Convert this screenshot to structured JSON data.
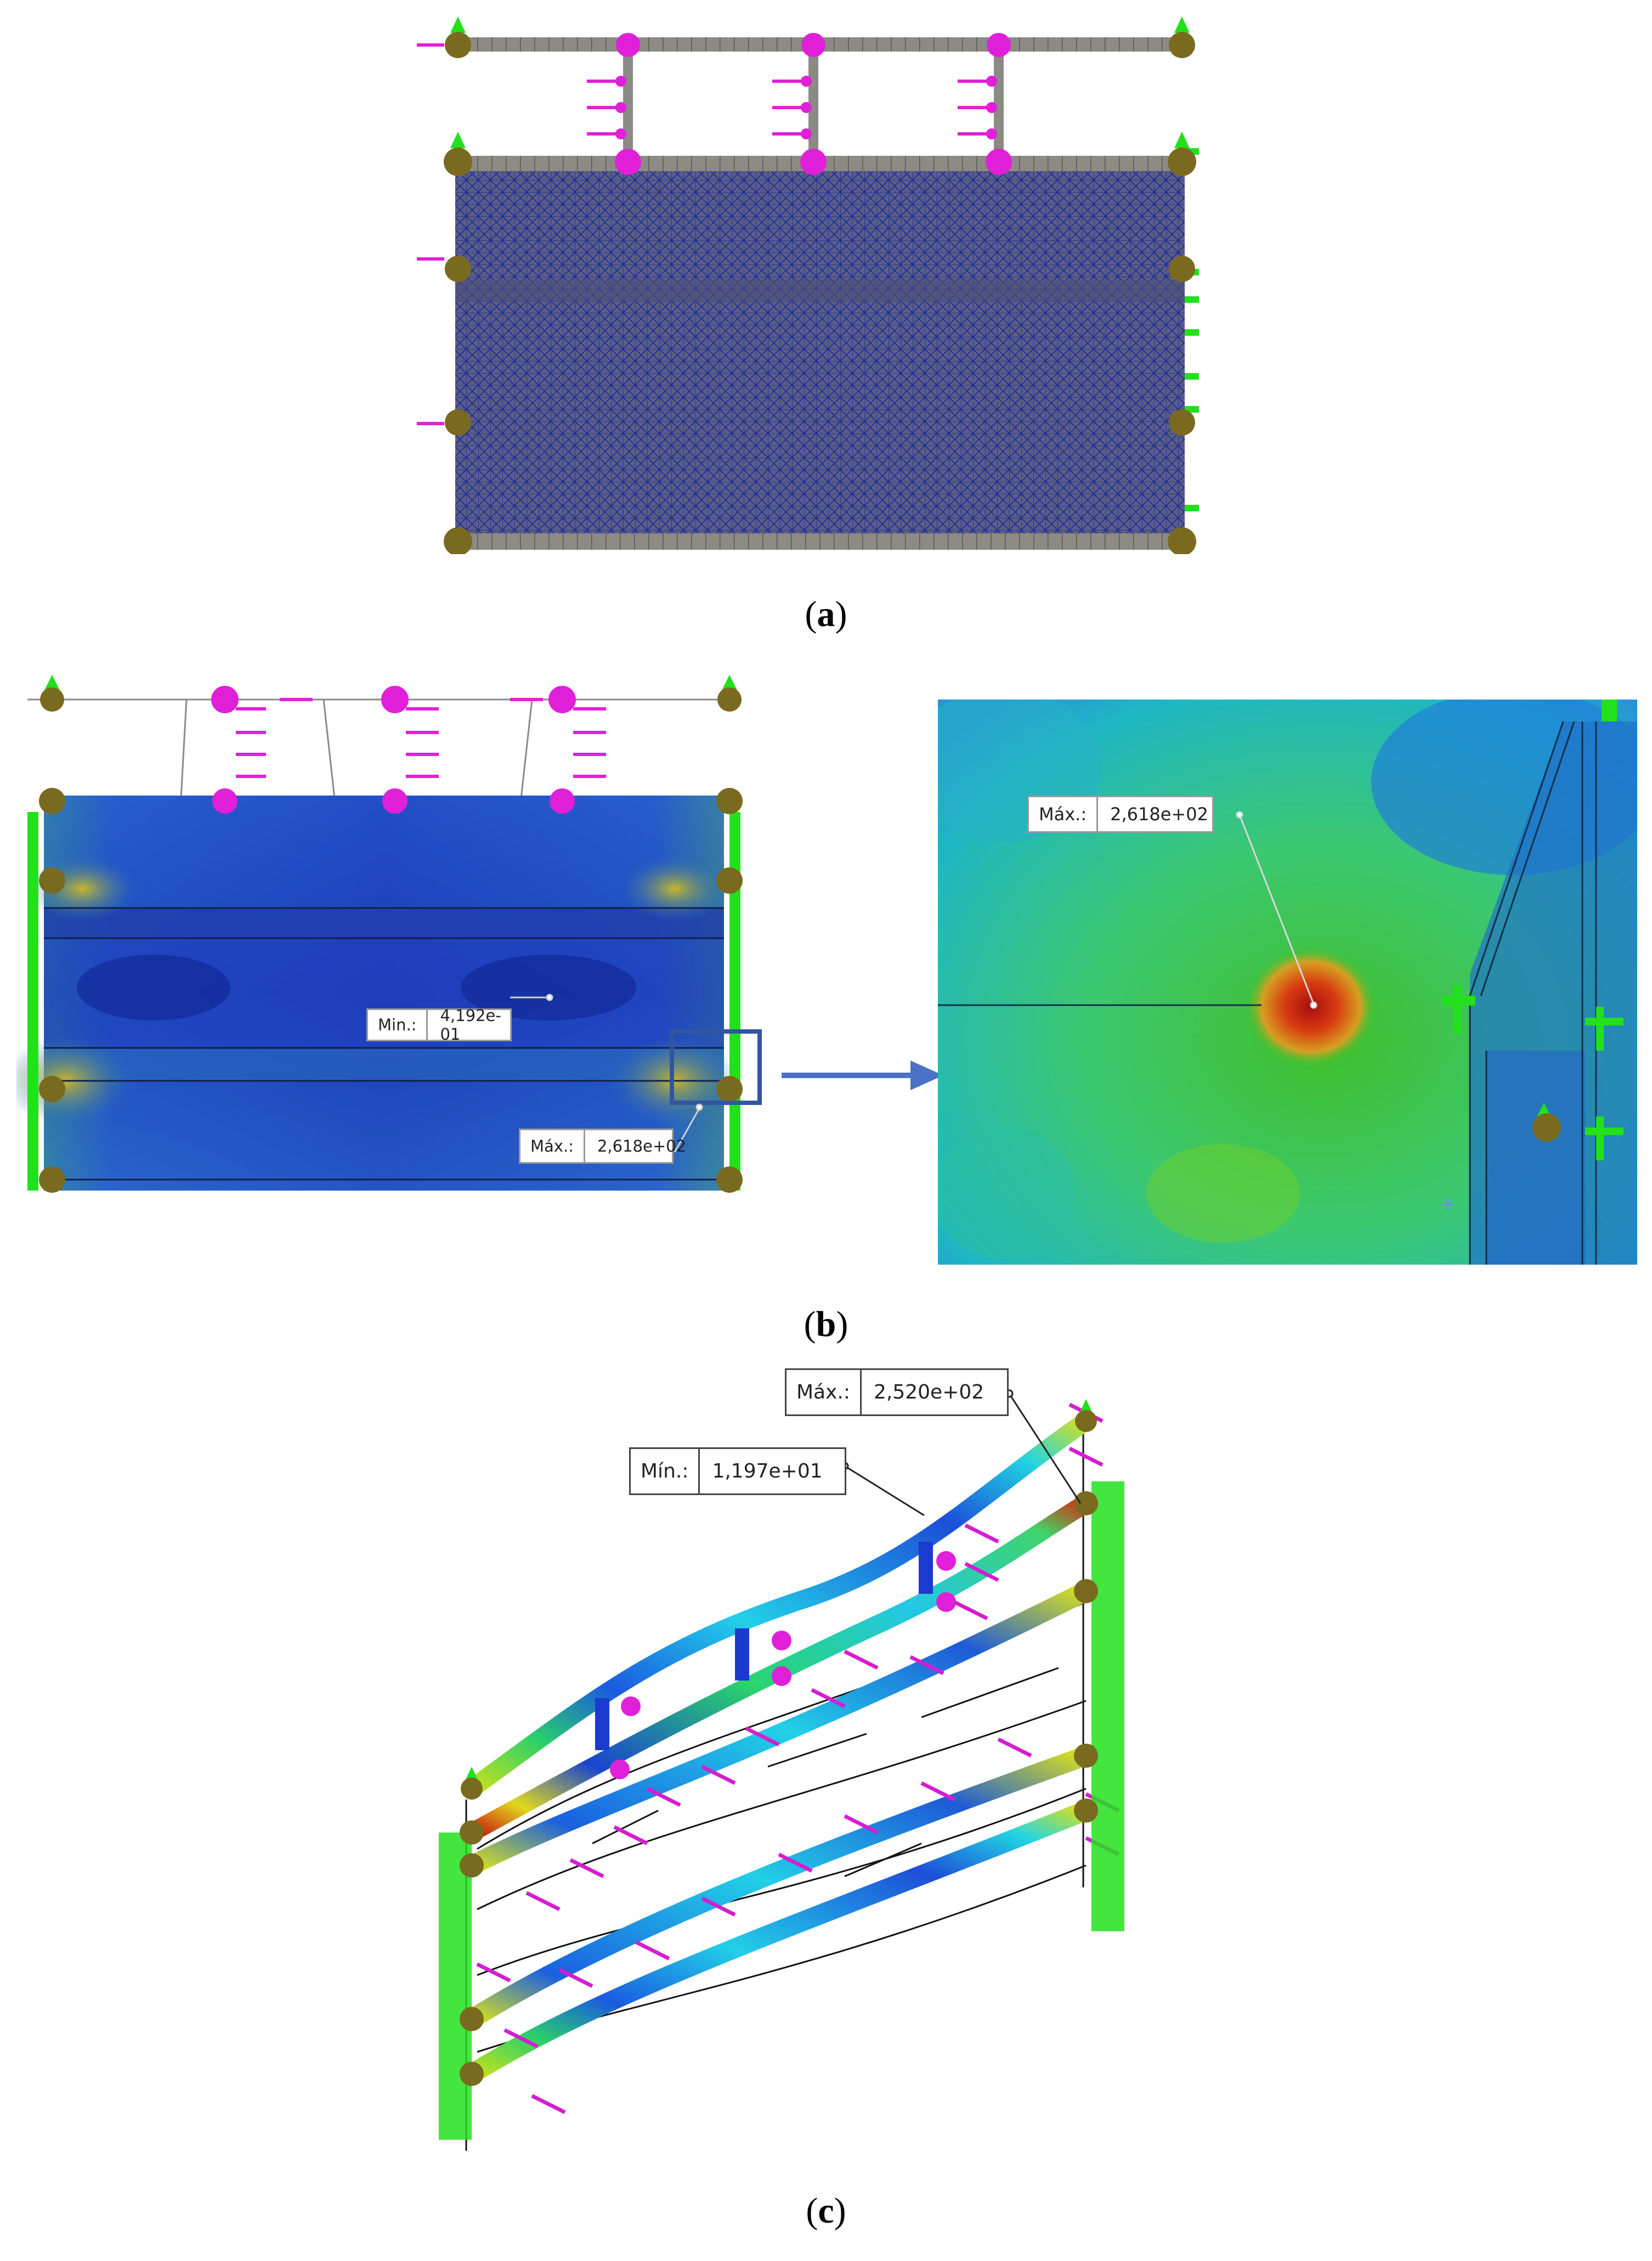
{
  "captions": {
    "a": "a",
    "b": "b",
    "c": "c"
  },
  "panel_b": {
    "min_label": {
      "key": "Min.:",
      "value": "4,192e-01"
    },
    "max_label": {
      "key": "Máx.:",
      "value": "2,618e+02"
    },
    "zoom_max_label": {
      "key": "Máx.:",
      "value": "2,618e+02"
    }
  },
  "panel_c": {
    "max_label": {
      "key": "Máx.:",
      "value": "2,520e+02"
    },
    "min_label": {
      "key": "Mín.:",
      "value": "1,197e+01"
    }
  },
  "colors": {
    "mesh_fill": "#5a5e86",
    "mesh_line": "#1a2a9a",
    "frame_gray": "#8c8a84",
    "load_magenta": "#e020d8",
    "fixture_green": "#22e01c",
    "joint_olive": "#7a6a20",
    "arrow_blue": "#4a72c4"
  }
}
